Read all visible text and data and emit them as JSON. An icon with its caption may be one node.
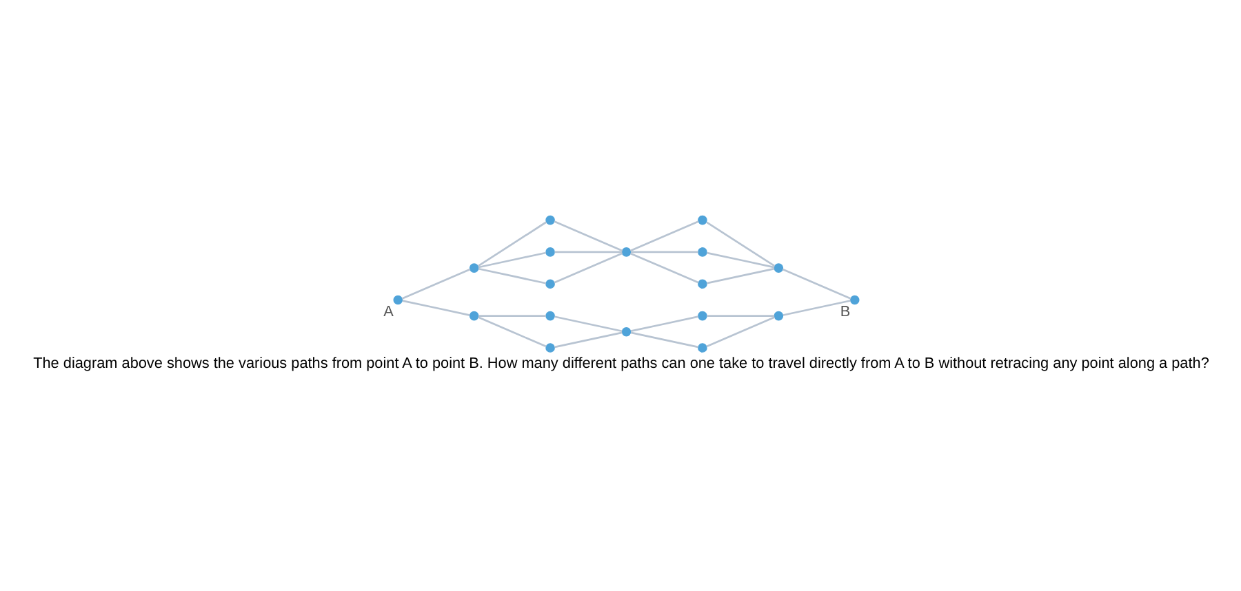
{
  "diagram": {
    "caption": "The diagram above shows the various paths from point A to point B. How many different paths can one take to travel directly from A to B without retracing any point along a path?",
    "nodes": [
      {
        "text": [],
        "shape": "circle",
        "beside": [
          "A"
        ]
      },
      {
        "text": [],
        "shape": "circle"
      },
      {
        "text": [],
        "shape": "circle"
      },
      {
        "text": [],
        "shape": "circle"
      },
      {
        "text": [],
        "shape": "circle"
      },
      {
        "text": [],
        "shape": "circle"
      },
      {
        "text": [],
        "shape": "circle"
      },
      {
        "text": [],
        "shape": "circle"
      },
      {
        "text": [],
        "shape": "circle"
      },
      {
        "text": [],
        "shape": "circle"
      },
      {
        "text": [],
        "shape": "circle",
        "beside": [
          "B"
        ]
      },
      {
        "text": [],
        "shape": "circle"
      },
      {
        "text": [],
        "shape": "circle"
      },
      {
        "text": [],
        "shape": "circle"
      },
      {
        "text": [],
        "shape": "circle"
      },
      {
        "text": [],
        "shape": "circle"
      },
      {
        "text": [],
        "shape": "circle"
      },
      {
        "text": [],
        "shape": "circle"
      }
    ],
    "edges": [
      {
        "from": 0,
        "to": 1,
        "arrow": "none"
      },
      {
        "from": 1,
        "to": 2,
        "arrow": "none"
      },
      {
        "from": 1,
        "to": 3,
        "arrow": "none"
      },
      {
        "from": 1,
        "to": 4,
        "arrow": "none"
      },
      {
        "from": 2,
        "to": 5,
        "arrow": "none"
      },
      {
        "from": 3,
        "to": 5,
        "arrow": "none"
      },
      {
        "from": 4,
        "to": 5,
        "arrow": "none"
      },
      {
        "from": 5,
        "to": 6,
        "arrow": "none"
      },
      {
        "from": 5,
        "to": 7,
        "arrow": "none"
      },
      {
        "from": 5,
        "to": 8,
        "arrow": "none"
      },
      {
        "from": 6,
        "to": 9,
        "arrow": "none"
      },
      {
        "from": 7,
        "to": 9,
        "arrow": "none"
      },
      {
        "from": 8,
        "to": 9,
        "arrow": "none"
      },
      {
        "from": 9,
        "to": 10,
        "arrow": "none"
      },
      {
        "from": 0,
        "to": 11,
        "arrow": "none"
      },
      {
        "from": 11,
        "to": 12,
        "arrow": "none"
      },
      {
        "from": 11,
        "to": 13,
        "arrow": "none"
      },
      {
        "from": 12,
        "to": 14,
        "arrow": "none"
      },
      {
        "from": 13,
        "to": 14,
        "arrow": "none"
      },
      {
        "from": 14,
        "to": 15,
        "arrow": "none"
      },
      {
        "from": 14,
        "to": 16,
        "arrow": "none"
      },
      {
        "from": 15,
        "to": 17,
        "arrow": "none"
      },
      {
        "from": 16,
        "to": 17,
        "arrow": "none"
      },
      {
        "from": 17,
        "to": 10,
        "arrow": "none"
      }
    ]
  }
}
